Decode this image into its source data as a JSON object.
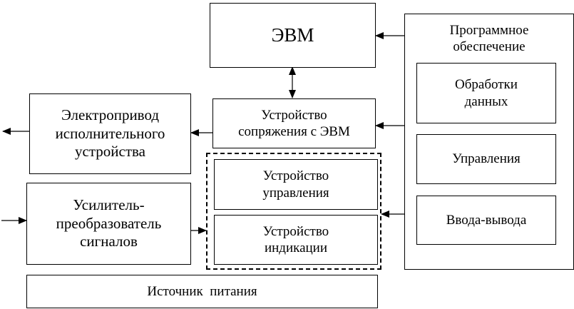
{
  "blocks": {
    "evm": "ЭВМ",
    "software_title_1": "Программное",
    "software_title_2": "обеспечение",
    "data_processing_1": "Обработки",
    "data_processing_2": "данных",
    "control": "Управления",
    "io": "Ввода-вывода",
    "interface_1": "Устройство",
    "interface_2": "сопряжения с ЭВМ",
    "drive_1": "Электропривод",
    "drive_2": "исполнительного",
    "drive_3": "устройства",
    "control_device_1": "Устройство",
    "control_device_2": "управления",
    "indication_1": "Устройство",
    "indication_2": "индикации",
    "amplifier_1": "Усилитель-",
    "amplifier_2": "преобразователь",
    "amplifier_3": "сигналов",
    "power": "Источник  питания"
  }
}
